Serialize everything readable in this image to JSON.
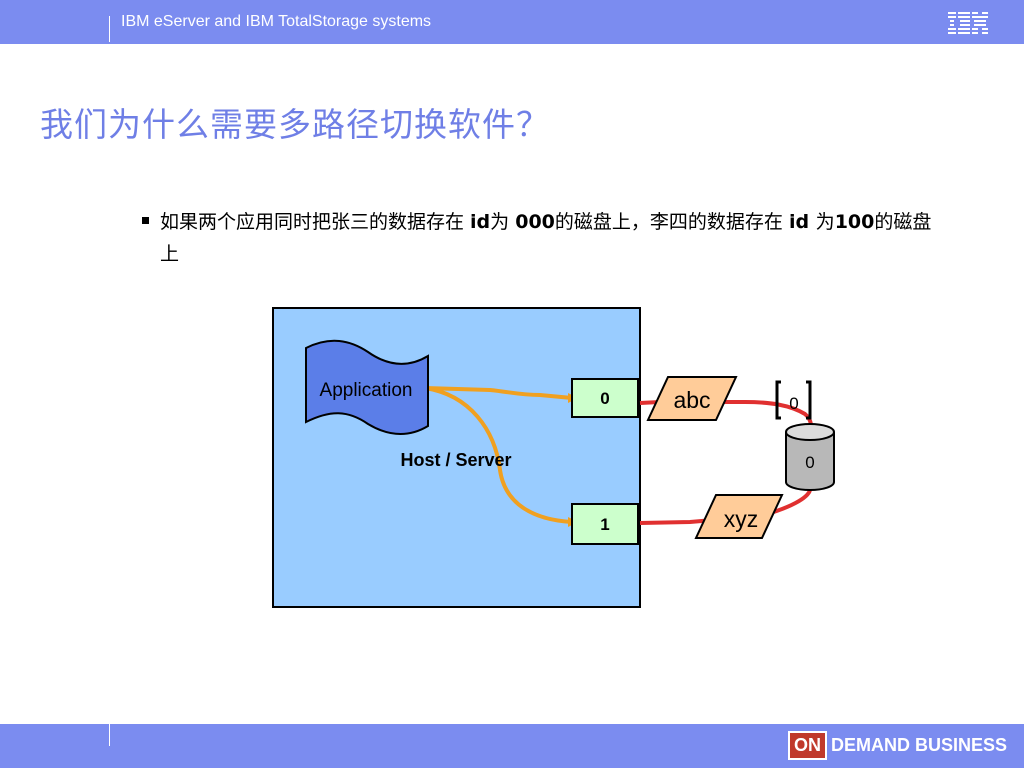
{
  "header": {
    "title": "IBM eServer and IBM TotalStorage systems",
    "logo": "IBM"
  },
  "slide": {
    "title": "我们为什么需要多路径切换软件？",
    "bullet": {
      "t1": "如果两个应用同时把张三的数据存在 ",
      "b1": "id",
      "t2": "为 ",
      "b2": "000",
      "t3": "的磁盘上，李四的数据存在 ",
      "b3": "id ",
      "t4": "为",
      "b4": "100",
      "t5": "的磁盘上"
    }
  },
  "diagram": {
    "application_label": "Application",
    "host_label": "Host / Server",
    "port_0": "0",
    "port_1": "1",
    "path_abc": "abc",
    "path_xyz": "xyz",
    "lun_id": "0",
    "disk_label": "0",
    "colors": {
      "host_fill": "#99ccff",
      "app_fill": "#5b7ee8",
      "port_fill": "#ccffcc",
      "tag_fill": "#ffcc99",
      "orange_line": "#f0a020",
      "red_line": "#e03030",
      "disk_fill": "#b8b8b8"
    }
  },
  "footer": {
    "on": "ON",
    "rest": "DEMAND BUSINESS"
  }
}
